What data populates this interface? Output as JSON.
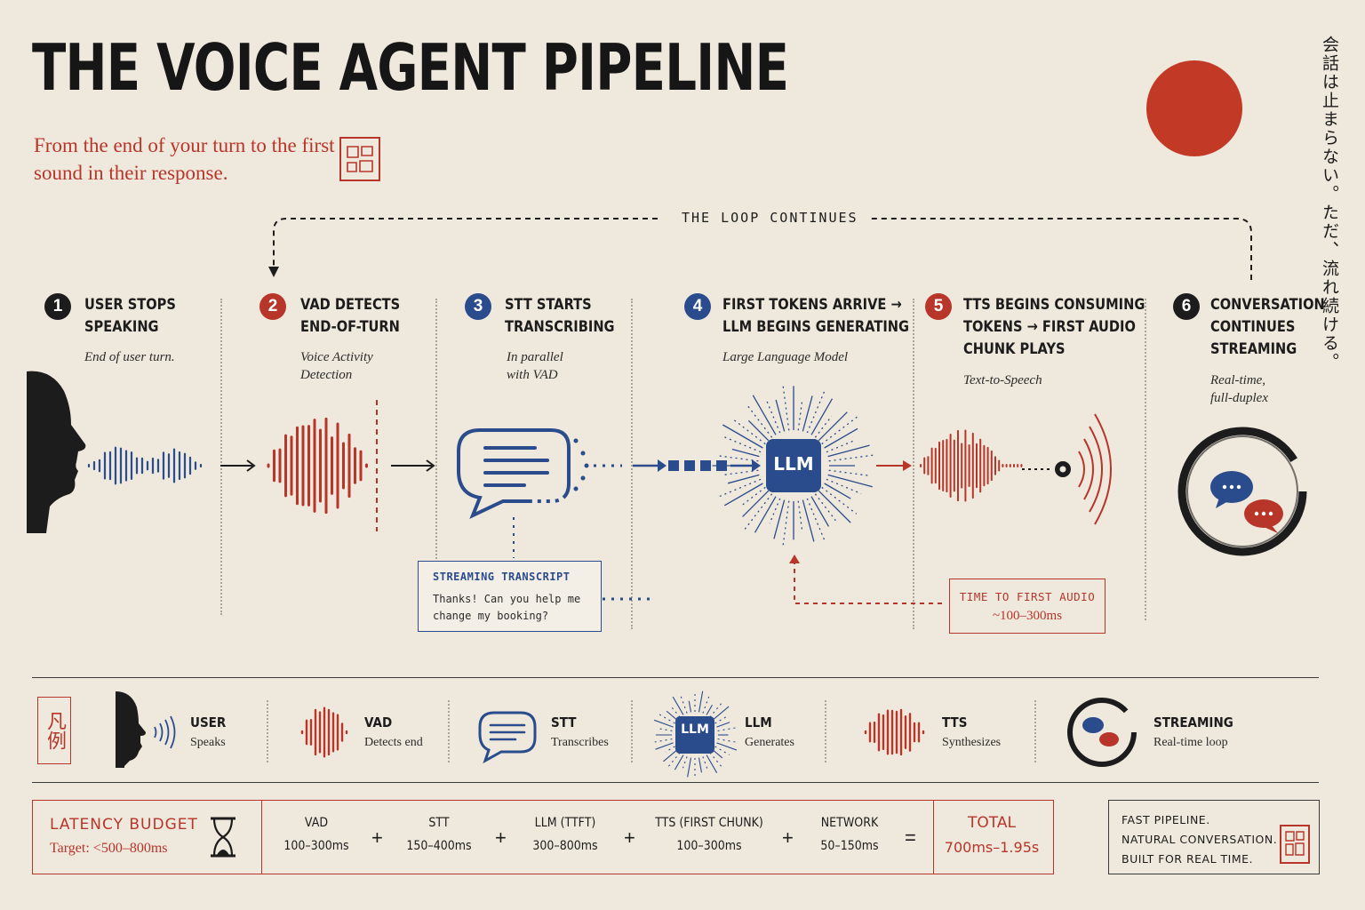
{
  "title": "THE VOICE AGENT PIPELINE",
  "subtitle": "From the end of your turn to the first sound in their response.",
  "japanese_text": "会話は止まらない。ただ、流れ続ける。",
  "loop_label": "THE LOOP CONTINUES",
  "colors": {
    "red": "#b8352a",
    "blue": "#2b4c8c",
    "ink": "#1c1c1c",
    "paper": "#efe8dc"
  },
  "steps": [
    {
      "num": "1",
      "title": "USER STOPS\nSPEAKING",
      "sub": "End of user turn.",
      "color": "#1c1c1c"
    },
    {
      "num": "2",
      "title": "VAD DETECTS\nEND-OF-TURN",
      "sub": "Voice Activity\nDetection",
      "color": "#b8352a"
    },
    {
      "num": "3",
      "title": "STT STARTS\nTRANSCRIBING",
      "sub": "In parallel\nwith VAD",
      "color": "#2b4c8c"
    },
    {
      "num": "4",
      "title": "FIRST TOKENS ARRIVE →\nLLM BEGINS GENERATING",
      "sub": "Large Language Model",
      "color": "#2b4c8c"
    },
    {
      "num": "5",
      "title": "TTS BEGINS CONSUMING\nTOKENS → FIRST AUDIO\nCHUNK PLAYS",
      "sub": "Text-to-Speech",
      "color": "#b8352a"
    },
    {
      "num": "6",
      "title": "CONVERSATION\nCONTINUES\nSTREAMING",
      "sub": "Real-time,\nfull-duplex",
      "color": "#1c1c1c"
    }
  ],
  "llm_label": "LLM",
  "transcript": {
    "heading": "STREAMING TRANSCRIPT",
    "text": "Thanks! Can you help me change my booking?"
  },
  "ttfa": {
    "heading": "TIME TO FIRST AUDIO",
    "value": "~100–300ms"
  },
  "legend": {
    "heading": "凡例",
    "items": [
      {
        "title": "USER",
        "sub": "Speaks"
      },
      {
        "title": "VAD",
        "sub": "Detects end"
      },
      {
        "title": "STT",
        "sub": "Transcribes"
      },
      {
        "title": "LLM",
        "sub": "Generates"
      },
      {
        "title": "TTS",
        "sub": "Synthesizes"
      },
      {
        "title": "STREAMING",
        "sub": "Real-time loop"
      }
    ]
  },
  "latency": {
    "title": "LATENCY BUDGET",
    "target": "Target: <500–800ms",
    "items": [
      {
        "name": "VAD",
        "value": "100–300ms"
      },
      {
        "name": "STT",
        "value": "150–400ms"
      },
      {
        "name": "LLM (TTFT)",
        "value": "300–800ms"
      },
      {
        "name": "TTS (FIRST CHUNK)",
        "value": "100–300ms"
      },
      {
        "name": "NETWORK",
        "value": "50–150ms"
      }
    ],
    "total_label": "TOTAL",
    "total_value": "700ms–1.95s"
  },
  "tagline": "FAST PIPELINE.\nNATURAL CONVERSATION.\nBUILT FOR REAL TIME."
}
